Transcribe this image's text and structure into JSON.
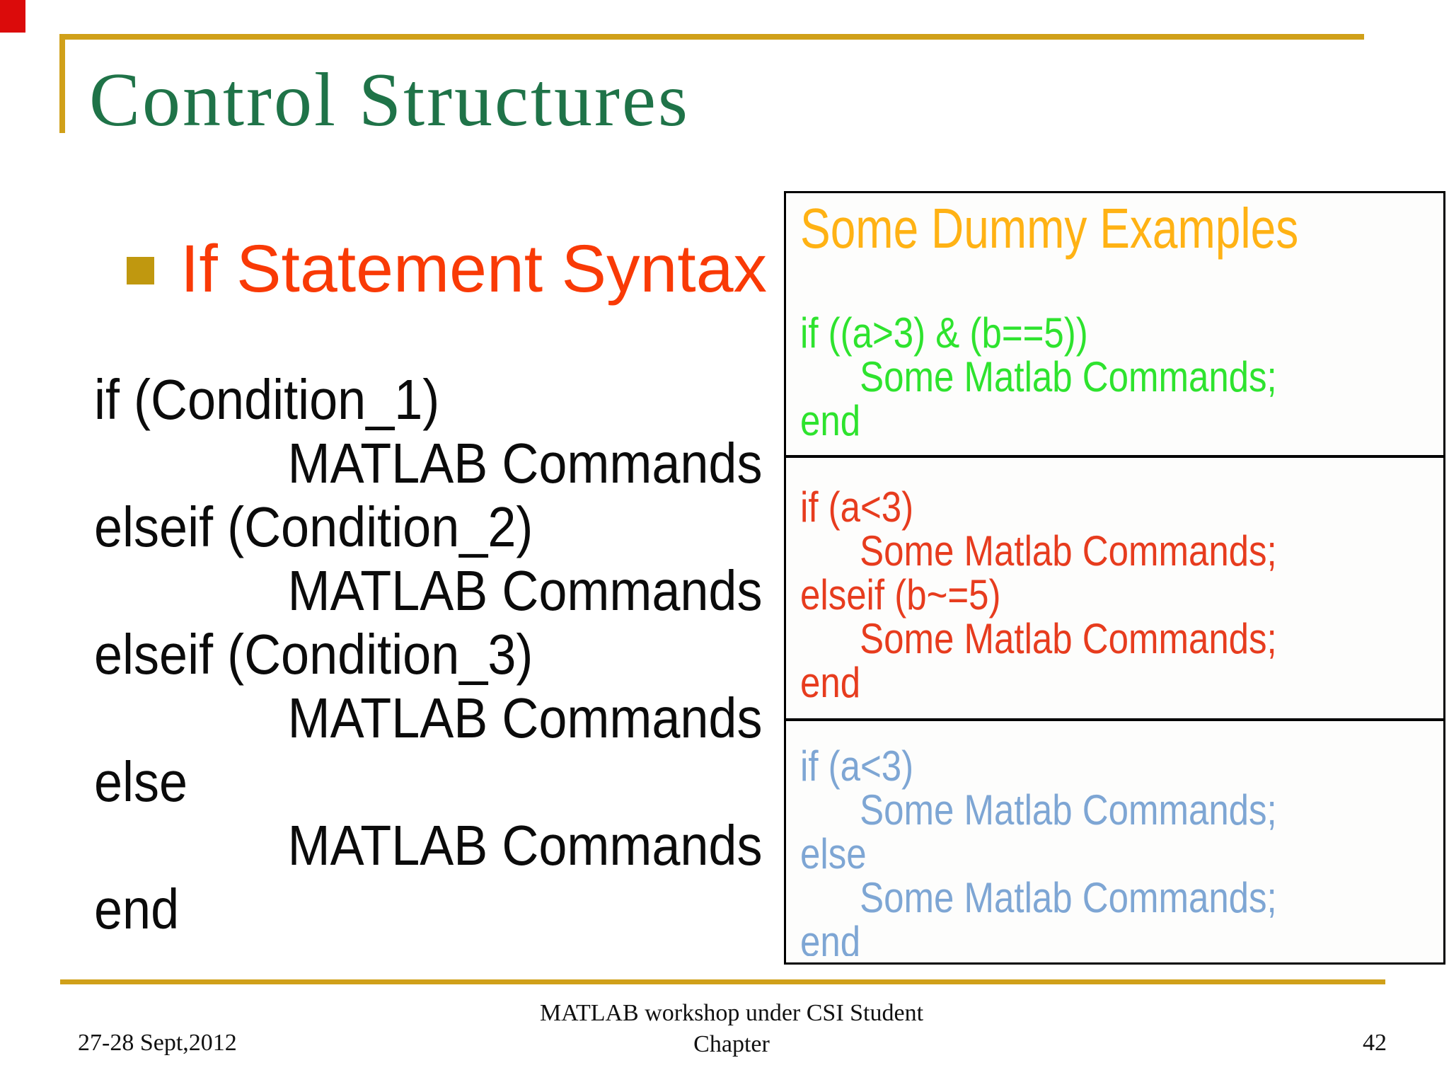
{
  "slide": {
    "title": "Control Structures",
    "heading": "If Statement Syntax",
    "syntax_code": {
      "lines": [
        {
          "text": "if (Condition_1)",
          "indent": false
        },
        {
          "text": "MATLAB Commands",
          "indent": true
        },
        {
          "text": "elseif (Condition_2)",
          "indent": false
        },
        {
          "text": "MATLAB Commands",
          "indent": true
        },
        {
          "text": "elseif (Condition_3)",
          "indent": false
        },
        {
          "text": "MATLAB Commands",
          "indent": true
        },
        {
          "text": "else",
          "indent": false
        },
        {
          "text": "MATLAB Commands",
          "indent": true
        },
        {
          "text": "end",
          "indent": false
        }
      ]
    },
    "examples_box": {
      "title": "Some Dummy Examples",
      "sections": [
        {
          "name": "and-example",
          "color": "#2ee32e",
          "lines": [
            {
              "text": "if ((a>3) & (b==5))",
              "indent": false
            },
            {
              "text": "Some Matlab Commands;",
              "indent": true
            },
            {
              "text": "end",
              "indent": false
            }
          ]
        },
        {
          "name": "elseif-example",
          "color": "#e73c1e",
          "lines": [
            {
              "text": "if (a<3)",
              "indent": false
            },
            {
              "text": "Some Matlab Commands;",
              "indent": true
            },
            {
              "text": "elseif (b~=5)",
              "indent": false
            },
            {
              "text": "Some Matlab Commands;",
              "indent": true
            },
            {
              "text": "end",
              "indent": false
            }
          ]
        },
        {
          "name": "else-example",
          "color": "#7ea6d4",
          "lines": [
            {
              "text": "if (a<3)",
              "indent": false
            },
            {
              "text": "Some Matlab Commands;",
              "indent": true
            },
            {
              "text": "else",
              "indent": false
            },
            {
              "text": "Some Matlab Commands;",
              "indent": true
            },
            {
              "text": "end",
              "indent": false
            }
          ]
        }
      ]
    },
    "footer": {
      "date": "27-28 Sept,2012",
      "caption_line1": "MATLAB workshop under CSI Student",
      "caption_line2": "Chapter",
      "page_number": "42"
    }
  },
  "colors": {
    "title_green": "#1f7348",
    "gold_rule": "#d0a019",
    "bullet_gold": "#c0980f",
    "heading_red": "#f93a06",
    "examples_title_orange": "#ffb214",
    "code_green": "#2ee32e",
    "code_red": "#e73c1e",
    "code_blue": "#7ea6d4",
    "corner_mark_red": "#db0b0b",
    "text_black": "#0b0b0b"
  }
}
